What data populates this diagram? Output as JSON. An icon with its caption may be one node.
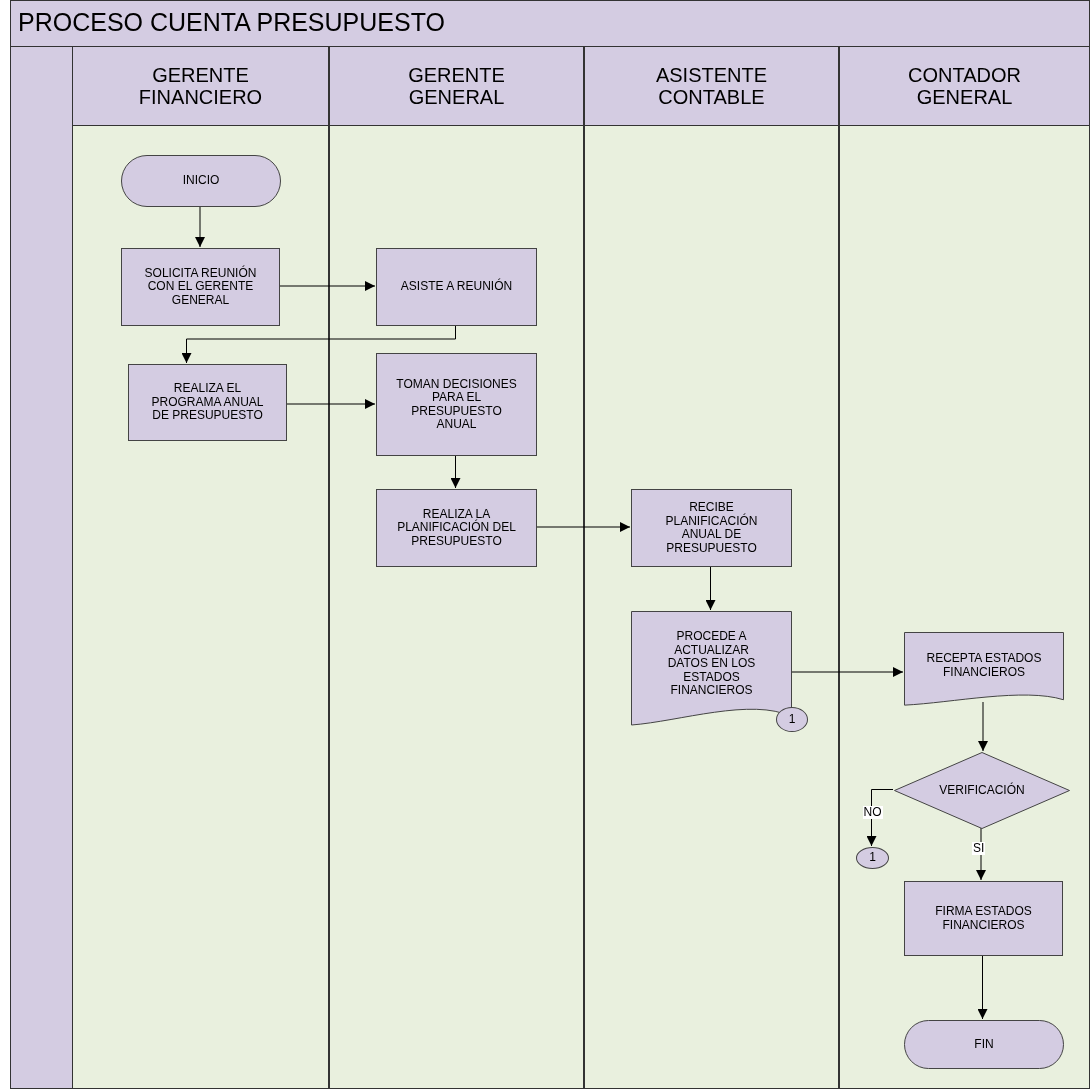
{
  "diagram": {
    "title": "PROCESO CUENTA PRESUPUESTO",
    "nodes": [
      {
        "text": [
          "GERENTE FINANCIERO"
        ]
      },
      {
        "text": [
          "GERENTE GENERAL"
        ]
      },
      {
        "text": [
          "ASISTENTE CONTABLE"
        ]
      },
      {
        "text": [
          "CONTADOR GENERAL"
        ]
      },
      {
        "text": [
          "INICIO"
        ],
        "in": 0
      },
      {
        "text": [
          "SOLICITA REUNIÓN CON EL GERENTE GENERAL"
        ],
        "in": 0
      },
      {
        "text": [
          "ASISTE A REUNIÓN"
        ],
        "in": 1
      },
      {
        "text": [
          "REALIZA EL PROGRAMA ANUAL DE PRESUPUESTO"
        ],
        "in": 0
      },
      {
        "text": [
          "TOMAN DECISIONES PARA EL PRESUPUESTO ANUAL"
        ],
        "in": 1
      },
      {
        "text": [
          "REALIZA LA PLANIFICACIÓN DEL PRESUPUESTO"
        ],
        "in": 1
      },
      {
        "text": [
          "RECIBE PLANIFICACIÓN ANUAL DE PRESUPUESTO"
        ],
        "in": 2
      },
      {
        "text": [
          "PROCEDE A ACTUALIZAR DATOS EN LOS ESTADOS FINANCIEROS"
        ],
        "in": 2
      },
      {
        "text": [
          "1"
        ],
        "in": 2
      },
      {
        "text": [
          "RECEPTA ESTADOS FINANCIEROS"
        ],
        "in": 3
      },
      {
        "text": [
          "VERIFICACIÓN"
        ],
        "in": 3
      },
      {
        "text": [
          "1"
        ],
        "in": 3
      },
      {
        "text": [
          "FIRMA ESTADOS FINANCIEROS"
        ],
        "in": 3
      },
      {
        "text": [
          "FIN"
        ],
        "in": 3
      }
    ],
    "edges": [
      {
        "from": 4,
        "to": 5,
        "arrow": "to"
      },
      {
        "from": 5,
        "to": 6,
        "arrow": "to"
      },
      {
        "from": 6,
        "to": 7,
        "arrow": "to"
      },
      {
        "from": 7,
        "to": 8,
        "arrow": "to"
      },
      {
        "from": 8,
        "to": 9,
        "arrow": "to"
      },
      {
        "from": 9,
        "to": 10,
        "arrow": "to"
      },
      {
        "from": 10,
        "to": 11,
        "arrow": "to"
      },
      {
        "from": 11,
        "to": 13,
        "arrow": "to"
      },
      {
        "from": 13,
        "to": 14,
        "arrow": "to"
      },
      {
        "from": 14,
        "to": 15,
        "arrow": "to",
        "label": "NO"
      },
      {
        "from": 14,
        "to": 16,
        "arrow": "to",
        "label": "SI"
      },
      {
        "from": 16,
        "to": 17,
        "arrow": "to"
      }
    ]
  }
}
